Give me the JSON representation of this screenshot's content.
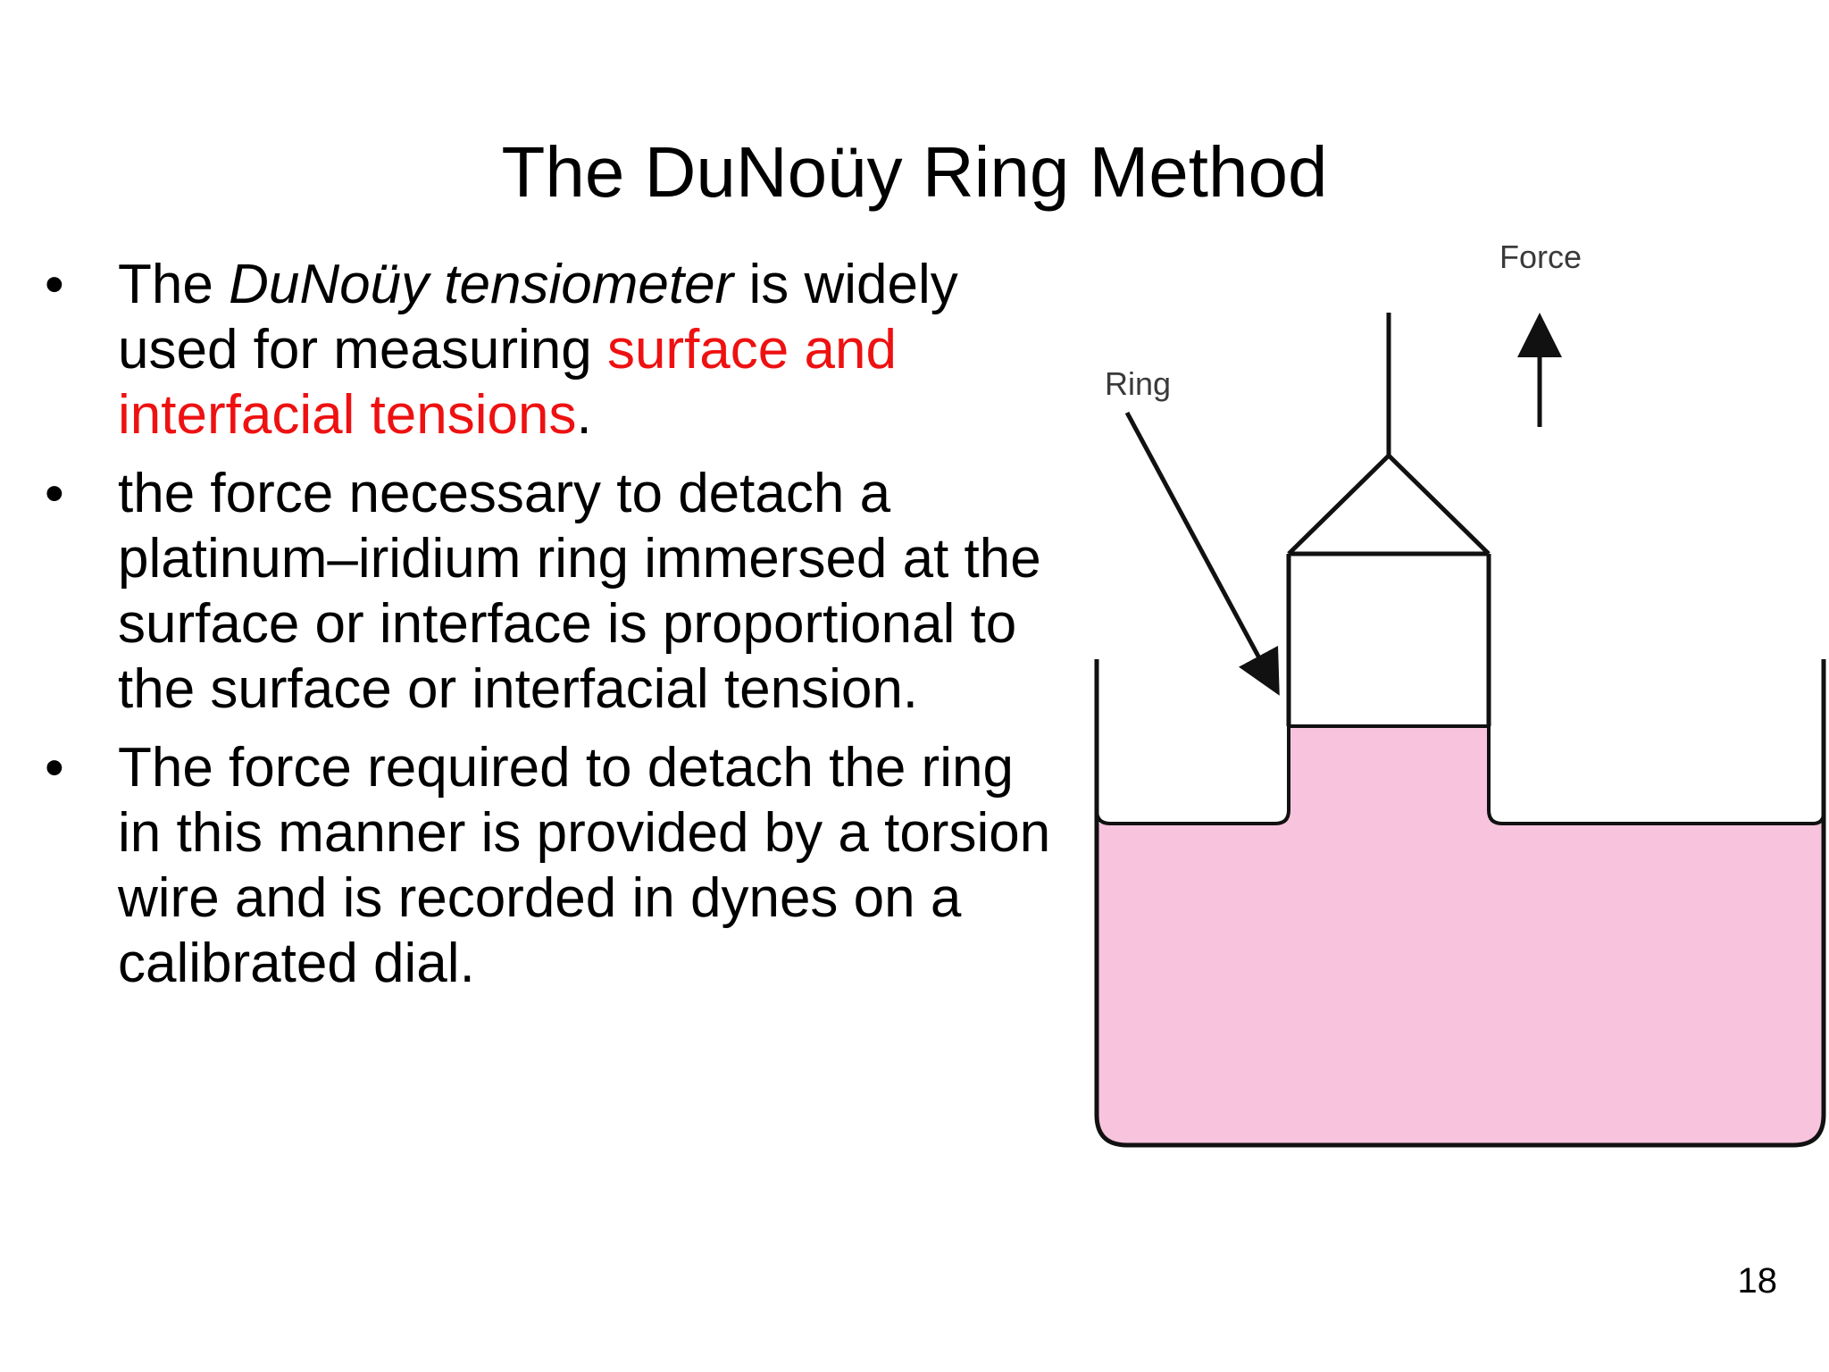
{
  "slide": {
    "title": "The DuNoüy Ring Method",
    "page_number": "18",
    "bullet_symbol": "•"
  },
  "bullets": [
    {
      "p1": "The ",
      "p2": "DuNoüy tensiometer",
      "p3": " is widely used for measuring ",
      "p4": "surface and interfacial tensions",
      "p5": "."
    },
    {
      "text": "the force necessary to detach a platinum–iridium ring immersed at the surface or interface is proportional to the surface or interfacial tension."
    },
    {
      "text": "The force required to detach the ring in this manner is provided by a torsion wire and is recorded in dynes on a calibrated dial."
    }
  ],
  "diagram": {
    "label_force": "Force",
    "label_ring": "Ring",
    "colors": {
      "liquid": "#f8c3dc",
      "outline": "#111111",
      "label": "#3a3a3a"
    }
  },
  "colors": {
    "highlight": "#ee1111",
    "text": "#000000",
    "background": "#ffffff"
  }
}
